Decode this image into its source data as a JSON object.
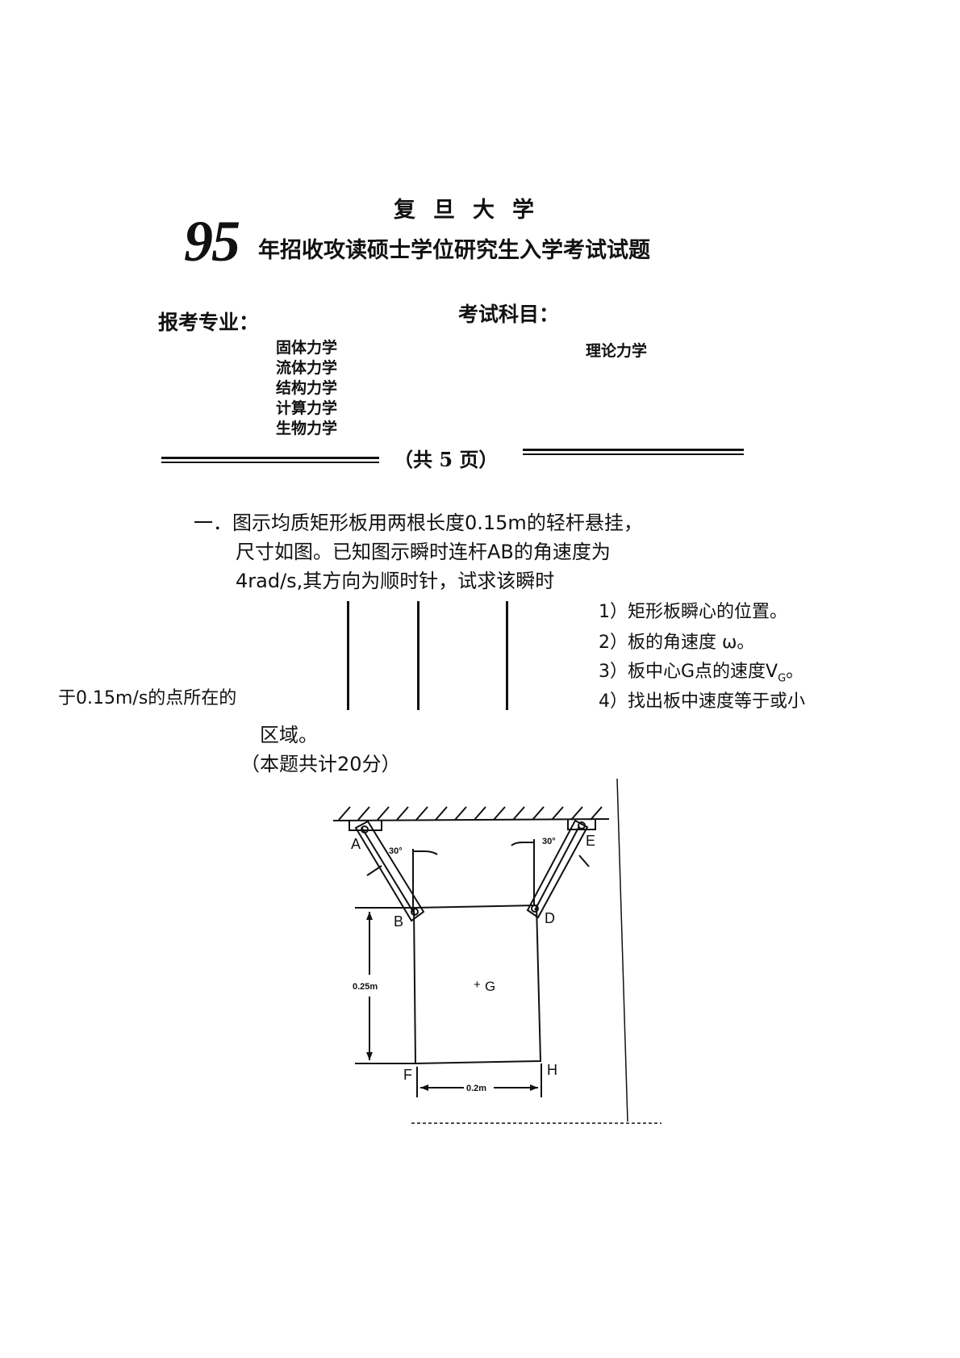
{
  "header": {
    "university": "复旦大学",
    "year": "95",
    "title": "年招收攻读硕士学位研究生入学考试试题",
    "major_label": "报考专业：",
    "subject_label": "考试科目：",
    "majors": [
      "固体力学",
      "流体力学",
      "结构力学",
      "计算力学",
      "生物力学"
    ],
    "subject": "理论力学",
    "pages": "（共 5 页）"
  },
  "question1": {
    "line1": "一．图示均质矩形板用两根长度0.15m的轻杆悬挂，",
    "line2": "尺寸如图。已知图示瞬时连杆AB的角速度为",
    "line3": "4rad/s,其方向为顺时针，试求该瞬时",
    "items": [
      "1）矩形板瞬心的位置。",
      "2）板的角速度 ω。",
      "3）板中心G点的速度V",
      "4）找出板中速度等于或小"
    ],
    "vg_sub": "G",
    "item4_cont": "于0.15m/s的点所在的",
    "item4_end": "区域。",
    "score": "（本题共计20分）"
  },
  "figure": {
    "labels": {
      "A": "A",
      "B": "B",
      "D": "D",
      "E": "E",
      "F": "F",
      "H": "H",
      "G": "G"
    },
    "angle_left": "30°",
    "angle_right": "30°",
    "height_dim": "0.25m",
    "width_dim": "0.2m"
  }
}
